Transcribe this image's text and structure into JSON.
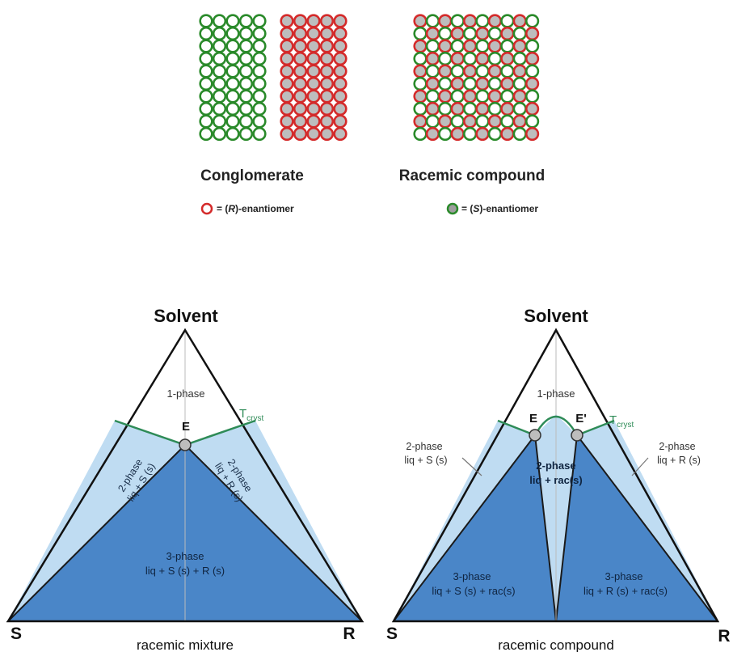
{
  "crystal_panel": {
    "labels": {
      "conglomerate": "Conglomerate",
      "racemic_compound": "Racemic compound"
    },
    "legend": {
      "r_prefix": "=",
      "r_letter": "R",
      "r_suffix": "-enantiomer",
      "s_prefix": "=",
      "s_letter": "S",
      "s_suffix": "-enantiomer"
    }
  },
  "ternary_left": {
    "apex_label": "Solvent",
    "left_vertex": "S",
    "right_vertex": "R",
    "caption": "racemic mixture",
    "eutectic": "E",
    "t_label_main": "T",
    "t_label_sub": "cryst",
    "regions": {
      "one_phase": "1-phase",
      "two_phase_left_line1": "2-phase",
      "two_phase_left_line2": "liq + S (s)",
      "two_phase_right_line1": "2-phase",
      "two_phase_right_line2": "liq + R (s)",
      "three_phase_line1": "3-phase",
      "three_phase_line2": "liq + S (s) + R (s)"
    }
  },
  "ternary_right": {
    "apex_label": "Solvent",
    "left_vertex": "S",
    "right_vertex": "R",
    "caption": "racemic compound",
    "eutectic_left": "E",
    "eutectic_right": "E'",
    "t_label_main": "T",
    "t_label_sub": "cryst",
    "regions": {
      "one_phase": "1-phase",
      "two_phase_left_line1": "2-phase",
      "two_phase_left_line2": "liq + S (s)",
      "two_phase_right_line1": "2-phase",
      "two_phase_right_line2": "liq + R (s)",
      "two_phase_center_line1": "2-phase",
      "two_phase_center_line2": "liq + rac(s)",
      "three_phase_left_line1": "3-phase",
      "three_phase_left_line2": "liq + S (s) + rac(s)",
      "three_phase_right_line1": "3-phase",
      "three_phase_right_line2": "liq + R (s) + rac(s)"
    }
  },
  "colors": {
    "r_enantiomer": "#d42a2a",
    "s_enantiomer": "#2a8a2a",
    "filled_grey": "#bdbdbd",
    "light_blue": "#bfdcf2",
    "dark_blue": "#4a86c8",
    "tcryst_green": "#2e8b57"
  }
}
